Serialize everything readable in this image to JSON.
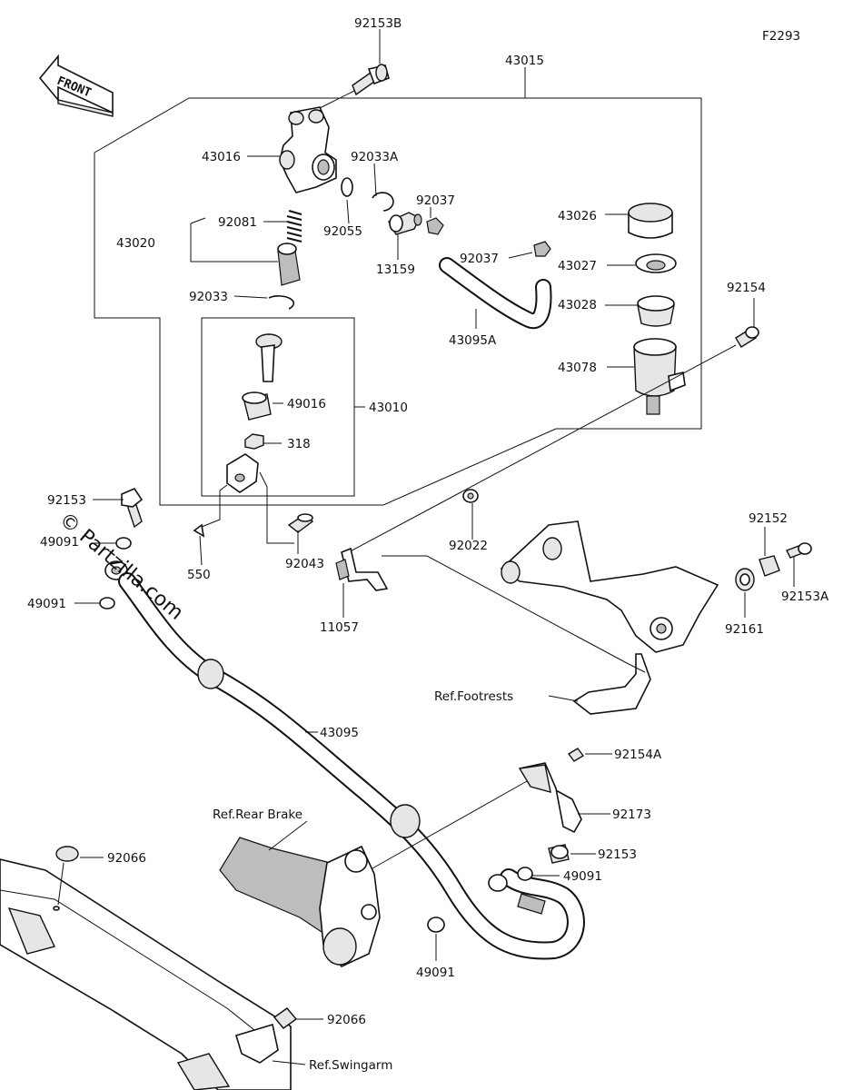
{
  "figure_code": "F2293",
  "direction_label": "FRONT",
  "watermark": "© Partzilla.com",
  "callouts": {
    "p92153B": "92153B",
    "p43015": "43015",
    "p43016": "43016",
    "p92033A": "92033A",
    "p92037a": "92037",
    "p92055": "92055",
    "p43026": "43026",
    "p92081": "92081",
    "p43020": "43020",
    "p13159": "13159",
    "p92037b": "92037",
    "p43027": "43027",
    "p43028": "43028",
    "p92154": "92154",
    "p92033": "92033",
    "p43095A": "43095A",
    "p43078": "43078",
    "p49016": "49016",
    "p43010": "43010",
    "p318": "318",
    "p92153a": "92153",
    "p92022": "92022",
    "p92152": "92152",
    "p49091a": "49091",
    "p550": "550",
    "p92043": "92043",
    "p92153A": "92153A",
    "p49091b": "49091",
    "p92161": "92161",
    "p11057": "11057",
    "ref_footrests": "Ref.Footrests",
    "p43095": "43095",
    "p92154A": "92154A",
    "ref_rear_brake": "Ref.Rear Brake",
    "p92173": "92173",
    "p92066a": "92066",
    "p92153b": "92153",
    "p49091c": "49091",
    "p49091d": "49091",
    "p92066b": "92066",
    "ref_swingarm": "Ref.Swingarm"
  }
}
